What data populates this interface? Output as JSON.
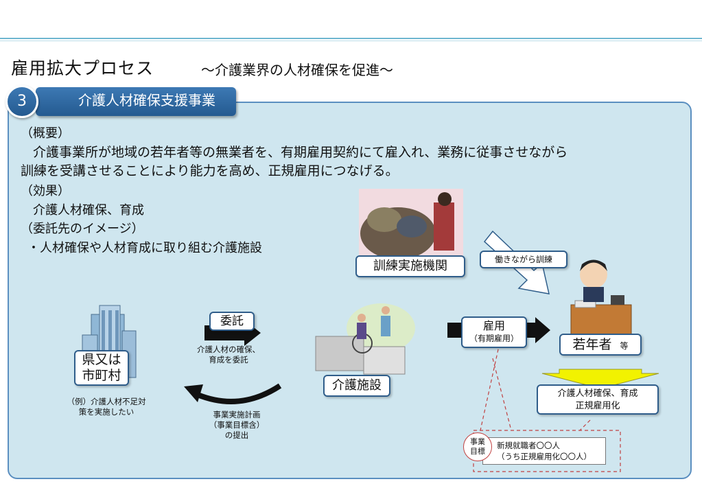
{
  "header": {
    "title": "雇用拡大プロセス",
    "subtitle": "～介護業界の人材確保を促進～"
  },
  "section": {
    "number": "3",
    "label": "介護人材確保支援事業"
  },
  "overview": {
    "heading": "（概要）",
    "line1": "介護事業所が地域の若年者等の無業者を、有期雇用契約にて雇入れ、業務に従事させながら",
    "line2": "訓練を受講させることにより能力を高め、正規雇用につなげる。"
  },
  "effect": {
    "heading": "（効果）",
    "text": "介護人材確保、育成"
  },
  "contractor": {
    "heading": "（委託先のイメージ）",
    "item": "・人材確保や人材育成に取り組む介護施設"
  },
  "diagram": {
    "prefecture_line1": "県又は",
    "prefecture_line2": "市町村",
    "prefecture_example_line1": "（例）介護人材不足対",
    "prefecture_example_line2": "策を実施したい",
    "entrust_label": "委託",
    "entrust_note_line1": "介護人材の確保、",
    "entrust_note_line2": "育成を委託",
    "plan_note_line1": "事業実施計画",
    "plan_note_line2": "（事業目標含）",
    "plan_note_line3": "の提出",
    "facility_label": "介護施設",
    "training_org_label": "訓練実施機関",
    "work_training_label": "働きながら訓練",
    "employ_label": "雇用",
    "employ_sub": "（有期雇用）",
    "youth_label": "若年者",
    "youth_suffix": "等",
    "outcome_line1": "介護人材確保、育成",
    "outcome_line2": "正規雇用化",
    "goal_badge_line1": "事業",
    "goal_badge_line2": "目標",
    "goal_line1": "新規就職者〇〇人",
    "goal_line2": "（うち正規雇用化〇〇人）"
  },
  "colors": {
    "panel_bg": "#cfe6ef",
    "panel_border": "#5b8fc0",
    "tab_blue": "#2f6aa3",
    "yellow_arrow": "#f2f200",
    "dashed_red": "#c04040"
  }
}
